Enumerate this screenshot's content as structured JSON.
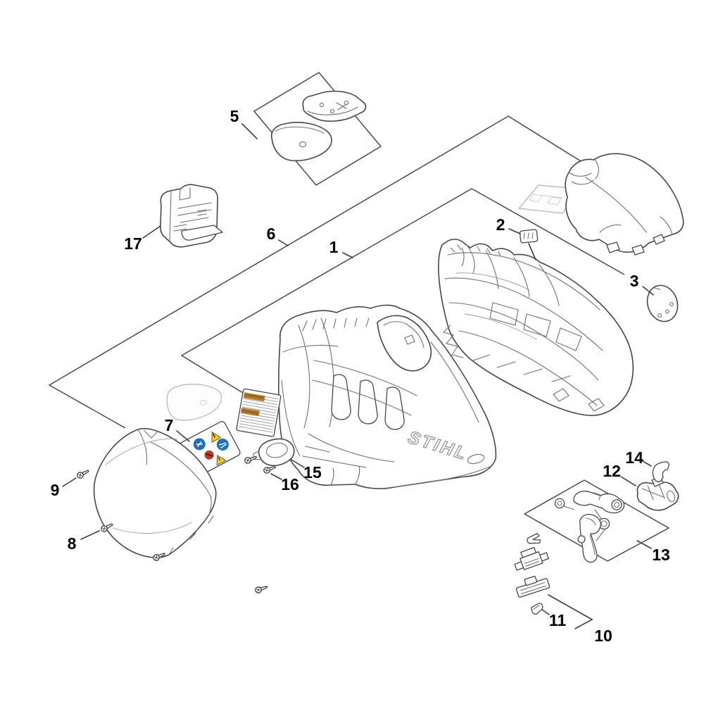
{
  "diagram": {
    "type": "exploded-parts-diagram",
    "brand": "STIHL",
    "housing_logo_text": "STIHL",
    "callouts": {
      "c1": "1",
      "c2": "2",
      "c3": "3",
      "c5": "5",
      "c6": "6",
      "c7": "7",
      "c8": "8",
      "c9": "9",
      "c10": "10",
      "c11": "11",
      "c12": "12",
      "c13": "13",
      "c14": "14",
      "c15": "15",
      "c16": "16",
      "c17": "17"
    },
    "colors": {
      "line": "#3f3f3f",
      "ghost": "#bcbcbc",
      "warning_blue": "#1d6fbf",
      "warning_yellow": "#ffd400",
      "warning_red": "#c0392b",
      "stripe_orange": "#b5772a",
      "stripe_orange_dark": "#8a5a14"
    }
  }
}
